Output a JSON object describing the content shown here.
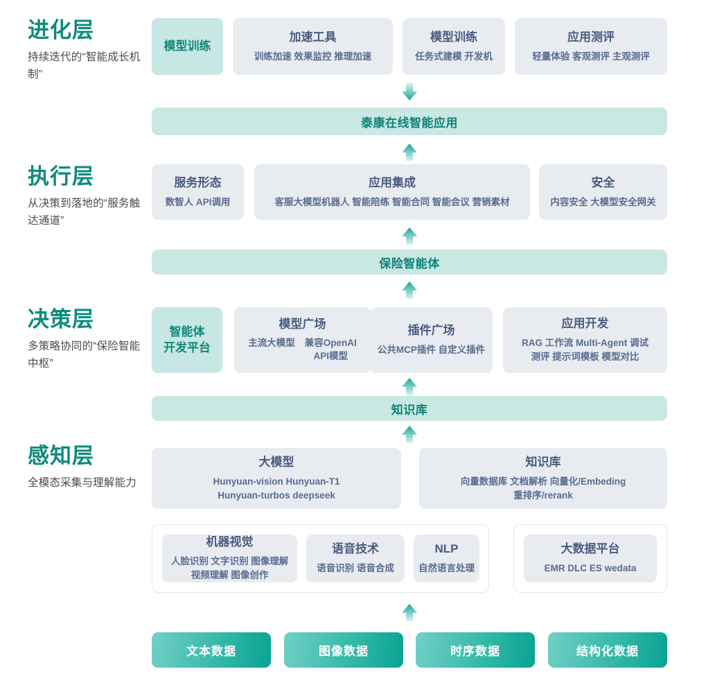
{
  "layers": [
    {
      "title": "进化层",
      "subtitle": "持续迭代的“智能成长机制”"
    },
    {
      "title": "执行层",
      "subtitle": "从决策到落地的“服务触达通道”"
    },
    {
      "title": "决策层",
      "subtitle": "多策略协同的“保险智能中枢”"
    },
    {
      "title": "感知层",
      "subtitle": "全模态采集与理解能力"
    }
  ],
  "evolution_row": [
    {
      "title": "模型训练",
      "sub": "",
      "accent": "teal"
    },
    {
      "title": "加速工具",
      "sub": "训练加速 效果监控 推理加速",
      "accent": "gray"
    },
    {
      "title": "模型训练",
      "sub": "任务式建模 开发机",
      "accent": "gray"
    },
    {
      "title": "应用测评",
      "sub": "轻量体验 客观测评 主观测评",
      "accent": "gray"
    }
  ],
  "banner_app": "泰康在线智能应用",
  "execution_row": [
    {
      "title": "服务形态",
      "sub": "数智人  API调用",
      "accent": "gray"
    },
    {
      "title": "应用集成",
      "sub": "客服大模型机器人 智能陪练 智能合同 智能会议 营销素材",
      "accent": "gray"
    },
    {
      "title": "安全",
      "sub": "内容安全 大模型安全网关",
      "accent": "gray"
    }
  ],
  "banner_agent": "保险智能体",
  "decision_row": [
    {
      "title": "智能体\n开发平台",
      "sub": "",
      "accent": "teal"
    },
    {
      "title": "模型广场",
      "sub_cols": [
        "主流大模型",
        "兼容OpenAI\nAPI模型"
      ],
      "accent": "gray"
    },
    {
      "title": "插件广场",
      "sub": "公共MCP插件 自定义插件",
      "accent": "gray"
    },
    {
      "title": "应用开发",
      "sub": "RAG 工作流 Multi-Agent 调试\n测评 提示词模板 模型对比",
      "accent": "gray"
    }
  ],
  "banner_kb": "知识库",
  "perception_row": [
    {
      "title": "大模型",
      "sub": "Hunyuan-vision Hunyuan-T1\nHunyuan-turbos deepseek",
      "accent": "gray"
    },
    {
      "title": "知识库",
      "sub": "向量数据库 文档解析 向量化/Embeding\n重排序/rerank",
      "accent": "gray"
    }
  ],
  "capability_row_left": [
    {
      "title": "机器视觉",
      "sub": "人脸识别 文字识别 图像理解\n视频理解 图像创作",
      "accent": "gray"
    },
    {
      "title": "语音技术",
      "sub": "语音识别 语音合成",
      "accent": "gray"
    },
    {
      "title": "NLP",
      "sub": "自然语言处理",
      "accent": "gray"
    }
  ],
  "capability_row_right": [
    {
      "title": "大数据平台",
      "sub": "EMR DLC ES wedata",
      "accent": "gray"
    }
  ],
  "data_sources": [
    {
      "label": "文本数据"
    },
    {
      "label": "图像数据"
    },
    {
      "label": "时序数据"
    },
    {
      "label": "结构化数据"
    }
  ],
  "arrows": [
    {
      "name": "arrow-down-to-app",
      "direction": "down"
    },
    {
      "name": "arrow-up-to-app",
      "direction": "up"
    },
    {
      "name": "arrow-up-to-agent",
      "direction": "up"
    },
    {
      "name": "arrow-up-to-kb",
      "direction": "up"
    },
    {
      "name": "arrow-up-to-perception",
      "direction": "up"
    },
    {
      "name": "arrow-up-to-capability",
      "direction": "up"
    }
  ],
  "colors": {
    "teal_accent": "#0c8b7c",
    "card_gray": "#e8ecf1",
    "card_teal": "#c6e7e3",
    "banner_teal": "#c9e7e3",
    "card_title_text": "#4a5b80",
    "pill_gradient_start": "#72cfc6",
    "pill_gradient_end": "#09a392"
  }
}
